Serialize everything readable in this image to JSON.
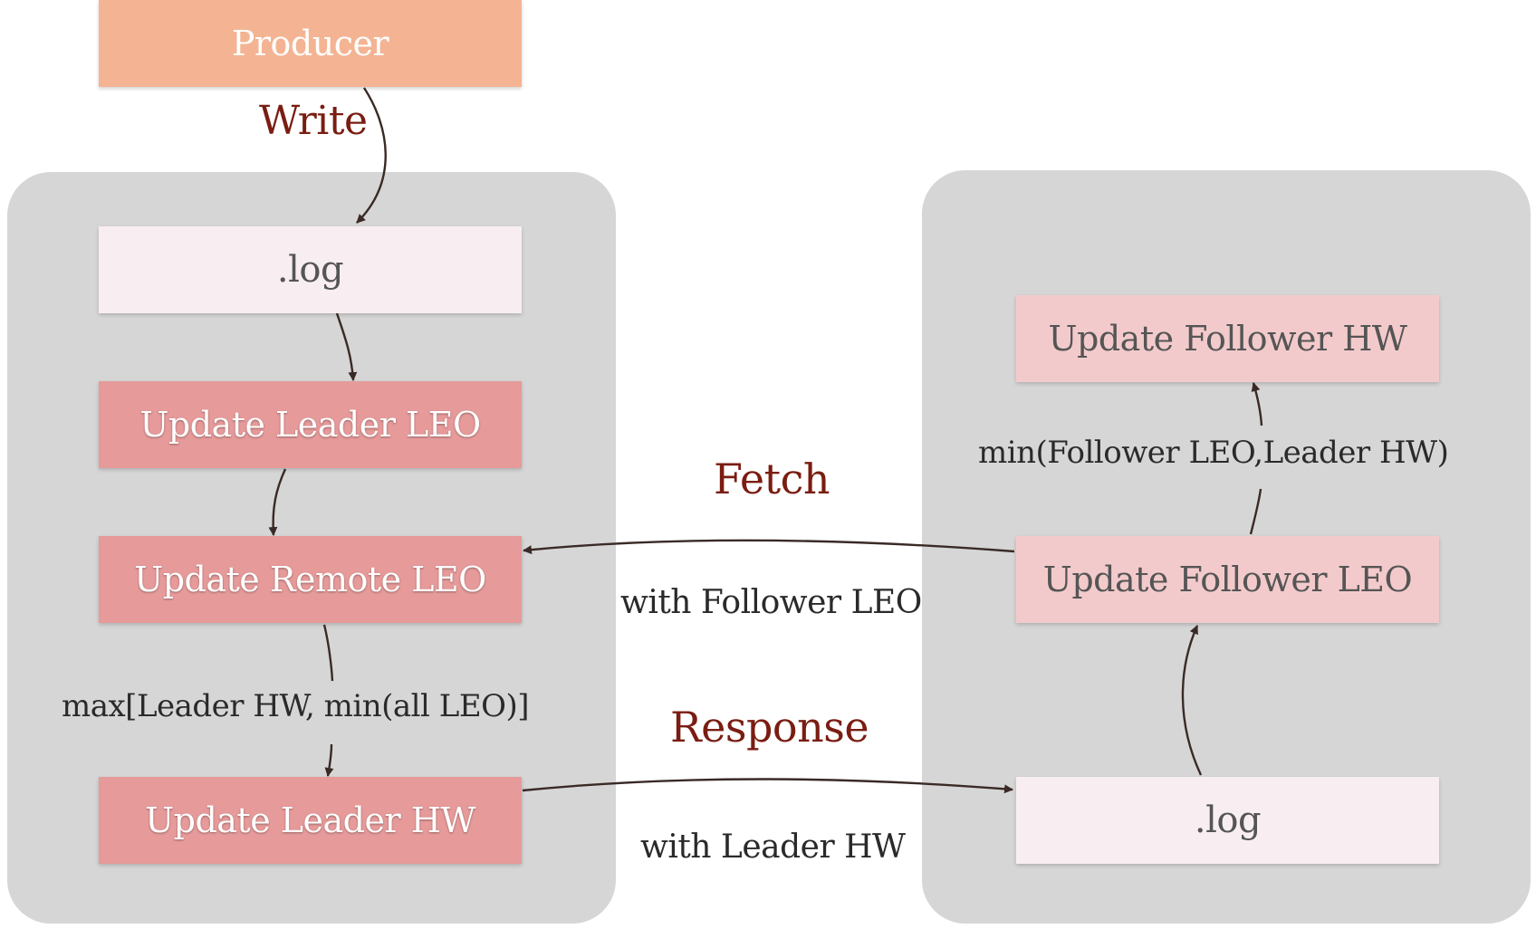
{
  "boxes": {
    "producer": "Producer",
    "leader_log": ".log",
    "update_leader_leo": "Update Leader LEO",
    "update_remote_leo": "Update Remote LEO",
    "update_leader_hw": "Update Leader HW",
    "update_follower_hw": "Update Follower HW",
    "update_follower_leo": "Update Follower LEO",
    "follower_log": ".log"
  },
  "labels": {
    "write": "Write",
    "fetch": "Fetch",
    "with_follower_leo": "with Follower LEO",
    "response": "Response",
    "with_leader_hw": "with Leader HW",
    "leader_hw_formula": "max[Leader HW, min(all LEO)]",
    "follower_hw_formula": "min(Follower LEO,Leader HW)"
  },
  "colors": {
    "panel": "#d6d6d6",
    "producer": "#f4b493",
    "log": "#f8eef1",
    "leader_step": "#e69a9a",
    "follower_step": "#f3cacb",
    "arrow": "#3a2a26",
    "emphasis_label": "#7a1d12"
  }
}
